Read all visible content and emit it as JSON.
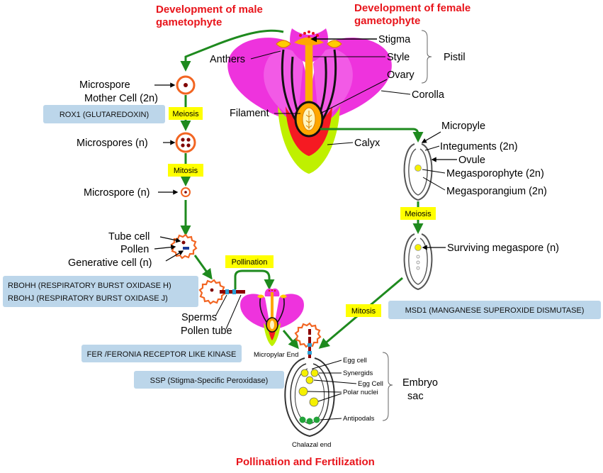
{
  "titles": {
    "male": [
      "Development of male",
      "gametophyte"
    ],
    "female": [
      "Development of female",
      "gametophyte"
    ],
    "bottom": "Pollination and Fertilization"
  },
  "flower_labels": {
    "anthers": "Anthers",
    "stigma": "Stigma",
    "style": "Style",
    "pistil": "Pistil",
    "ovary": "Ovary",
    "corolla": "Corolla",
    "filament": "Filament",
    "calyx": "Calyx"
  },
  "male_labels": {
    "microspore_mother": [
      "Microspore",
      "Mother Cell (2n)"
    ],
    "microspores": "Microspores (n)",
    "microspore": "Microspore (n)",
    "tube_cell": "Tube cell",
    "pollen": "Pollen",
    "generative_cell": "Generative cell (n)",
    "sperms": "Sperms",
    "pollen_tube": "Pollen tube"
  },
  "female_labels": {
    "micropyle": "Micropyle",
    "integuments": "Integuments (2n)",
    "ovule": "Ovule",
    "megasporophyte": "Megasporophyte (2n)",
    "megasporangium": "Megasporangium (2n)",
    "surviving": "Surviving megaspore (n)"
  },
  "embryo_labels": {
    "micropylar_end": "Micropylar End",
    "egg_cell": "Egg cell",
    "synergids": "Synergids",
    "egg_cell2": "Egg Cell",
    "polar_nuclei": "Polar nuclei",
    "antipodals": "Antipodals",
    "chalazal_end": "Chalazal end",
    "embryo_sac": [
      "Embryo",
      "sac"
    ]
  },
  "process_boxes": {
    "meiosis_male": "Meiosis",
    "mitosis_male": "Mitosis",
    "pollination": "Pollination",
    "meiosis_female": "Meiosis",
    "mitosis_female": "Mitosis"
  },
  "gene_boxes": {
    "rox1": "ROX1 (GLUTAREDOXIN)",
    "rbohh": "RBOHH (RESPIRATORY BURST OXIDASE H)",
    "rbohj": "RBOHJ (RESPIRATORY BURST OXIDASE J)",
    "msd1": "MSD1 (MANGANESE SUPEROXIDE DISMUTASE)",
    "fer": "FER /FERONIA RECEPTOR LIKE KINASE",
    "ssp": "SSP (Stigma-Specific Peroxidase)"
  },
  "colors": {
    "title_red": "#e8141b",
    "arrow_green": "#1e8a1e",
    "process_yellow": "#ffff00",
    "gene_blue": "#bcd6ea",
    "petal_magenta": "#ee33dd",
    "calyx_green": "#bff000",
    "pollen_orange": "#f26522"
  }
}
